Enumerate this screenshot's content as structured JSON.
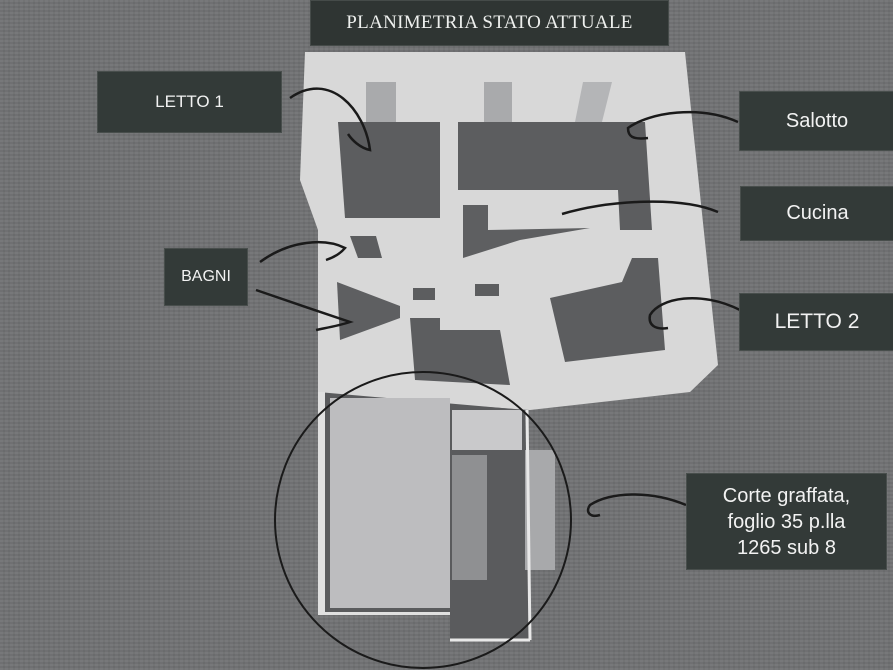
{
  "title": "PLANIMETRIA STATO ATTUALE",
  "labels": {
    "letto1": "LETTO 1",
    "salotto": "Salotto",
    "cucina": "Cucina",
    "bagni": "BAGNI",
    "letto2": "LETTO 2",
    "corte": "Corte graffata,\nfoglio 35 p.lla\n1265 sub 8"
  },
  "colors": {
    "background": "#707173",
    "label_box": "#333a38",
    "label_text": "#f2f2f2",
    "walls": "#d6d6d6",
    "floor": "#5d5e60",
    "annotation_ink": "#1a1a1a"
  }
}
